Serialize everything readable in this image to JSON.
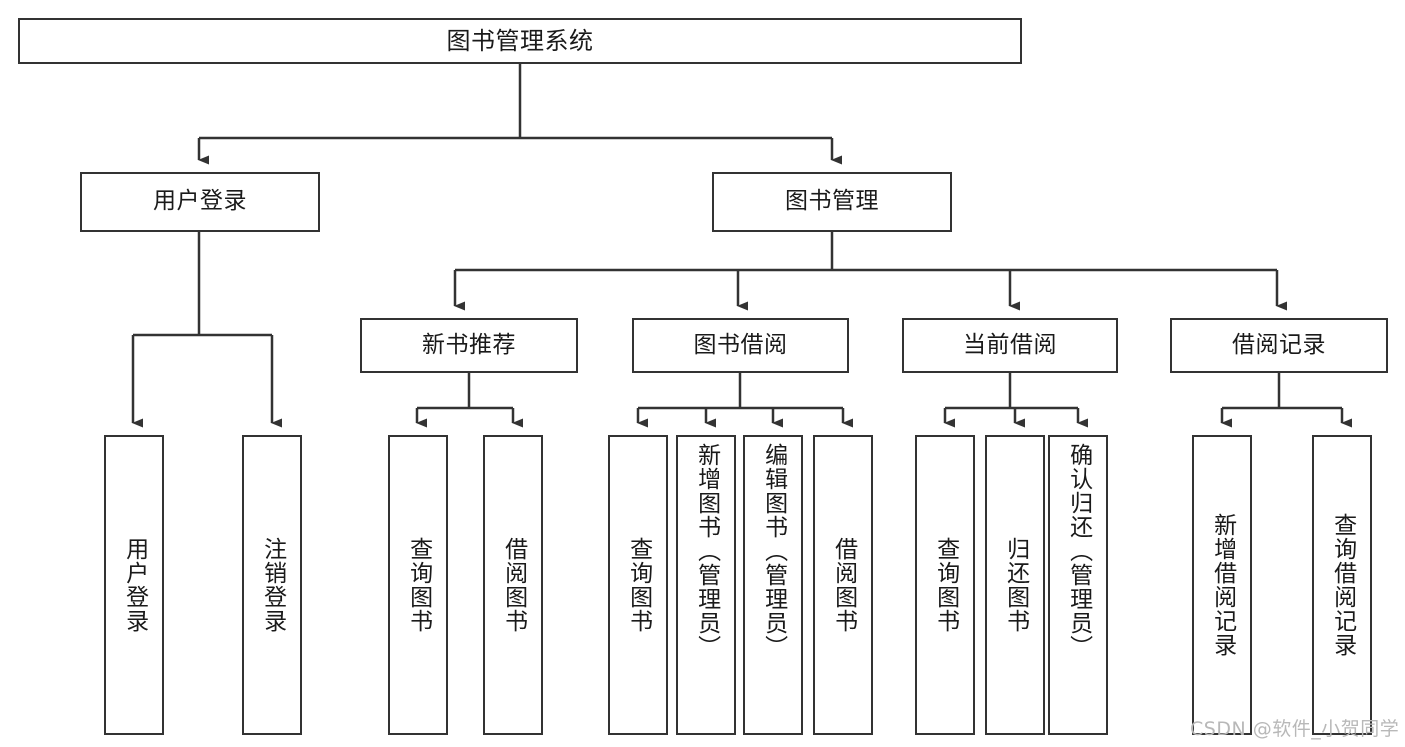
{
  "diagram": {
    "type": "tree-hierarchy",
    "title": "图书管理系统",
    "root": {
      "label": "图书管理系统"
    },
    "level2": [
      {
        "id": "user-login",
        "label": "用户登录"
      },
      {
        "id": "book-management",
        "label": "图书管理"
      }
    ],
    "level3": [
      {
        "id": "new-book-recommend",
        "label": "新书推荐",
        "parent": "book-management"
      },
      {
        "id": "book-borrow",
        "label": "图书借阅",
        "parent": "book-management"
      },
      {
        "id": "current-borrow",
        "label": "当前借阅",
        "parent": "book-management"
      },
      {
        "id": "borrow-record",
        "label": "借阅记录",
        "parent": "book-management"
      }
    ],
    "leaves": {
      "user-login": [
        {
          "id": "leaf-user-login",
          "label": "用户登录"
        },
        {
          "id": "leaf-logout",
          "label": "注销登录"
        }
      ],
      "new-book-recommend": [
        {
          "id": "leaf-query-book-1",
          "label": "查询图书"
        },
        {
          "id": "leaf-borrow-book-1",
          "label": "借阅图书"
        }
      ],
      "book-borrow": [
        {
          "id": "leaf-query-book-2",
          "label": "查询图书"
        },
        {
          "id": "leaf-add-book",
          "label": "新增图书（管理员）"
        },
        {
          "id": "leaf-edit-book",
          "label": "编辑图书（管理员）"
        },
        {
          "id": "leaf-borrow-book-2",
          "label": "借阅图书"
        }
      ],
      "current-borrow": [
        {
          "id": "leaf-query-book-3",
          "label": "查询图书"
        },
        {
          "id": "leaf-return-book",
          "label": "归还图书"
        },
        {
          "id": "leaf-confirm-return",
          "label": "确认归还（管理员）"
        }
      ],
      "borrow-record": [
        {
          "id": "leaf-add-record",
          "label": "新增借阅记录"
        },
        {
          "id": "leaf-query-record",
          "label": "查询借阅记录"
        }
      ]
    },
    "colors": {
      "border": "#333333",
      "background": "#ffffff",
      "text": "#1a1a1a",
      "watermark": "#b8b8b8"
    }
  },
  "watermark": {
    "text": "CSDN @软件_小贺同学"
  }
}
